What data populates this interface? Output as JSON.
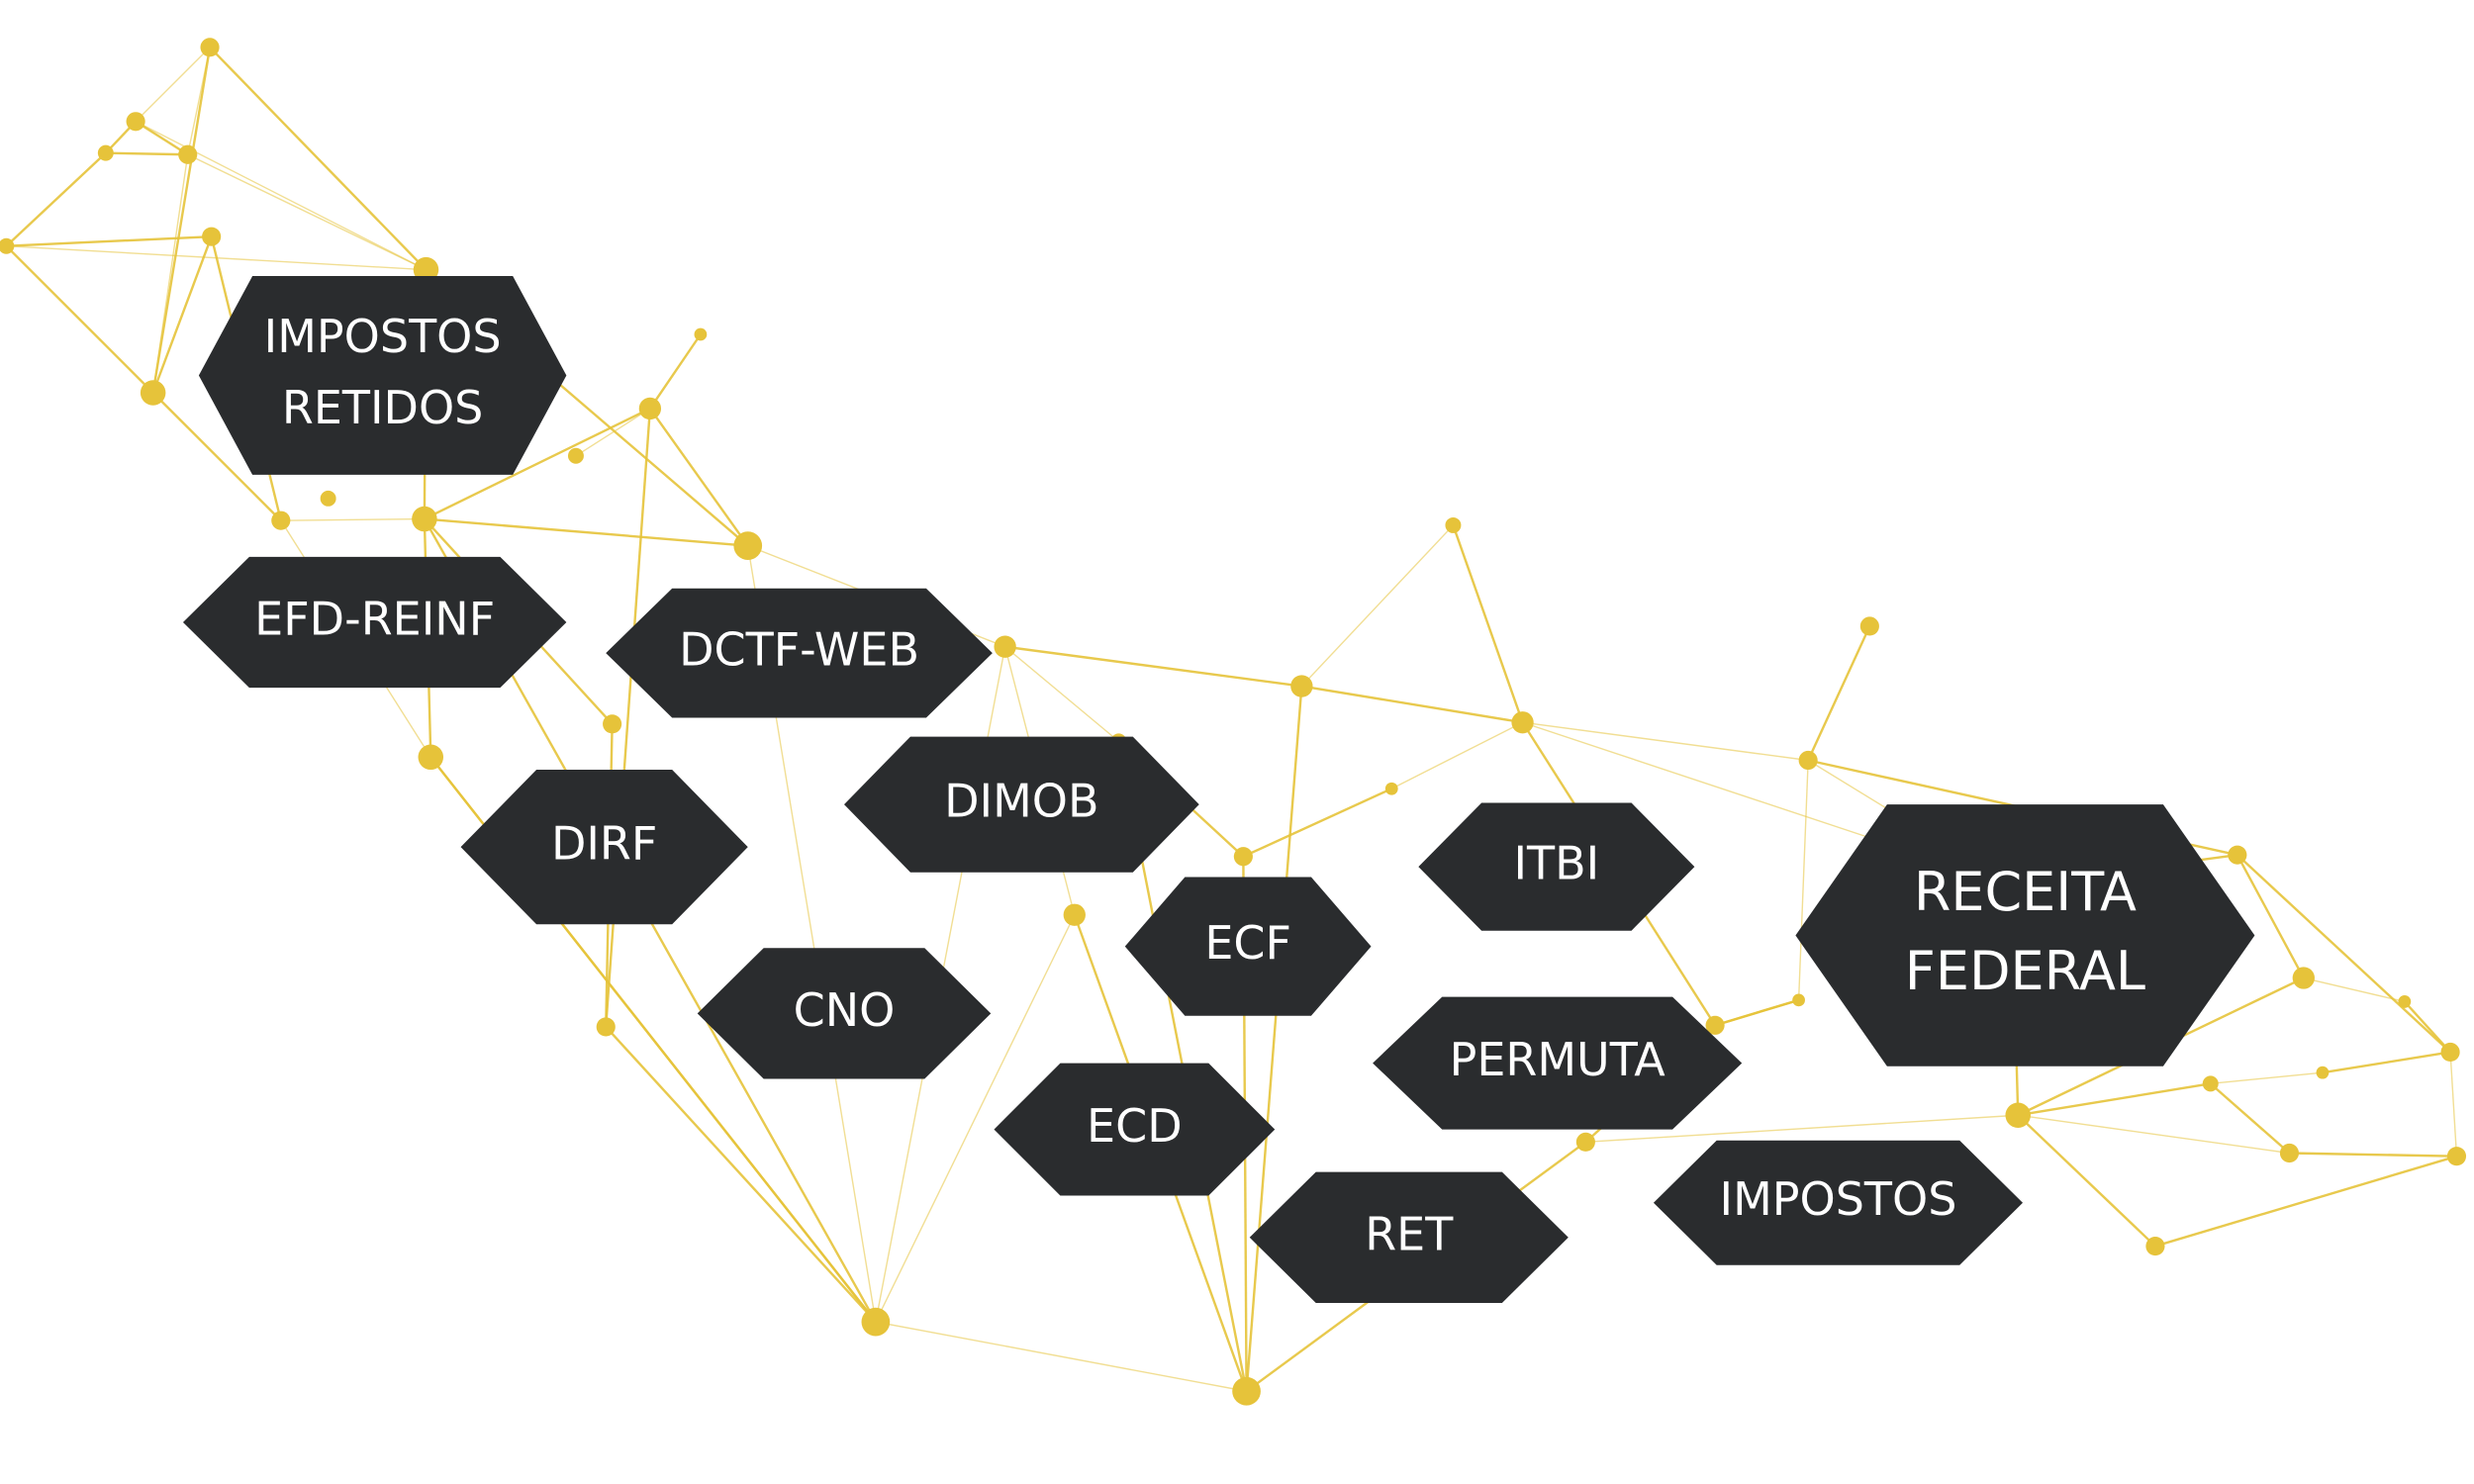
{
  "colors": {
    "background": "#ffffff",
    "hexagon_fill": "#2a2c2e",
    "hexagon_text": "#ffffff",
    "network": "#e6c33a"
  },
  "hexagons": [
    {
      "id": "impostos-retidos",
      "lines": [
        "IMPOSTOS",
        "RETIDOS"
      ]
    },
    {
      "id": "efd-reinf",
      "lines": [
        "EFD-REINF"
      ]
    },
    {
      "id": "dctf-web",
      "lines": [
        "DCTF-WEB"
      ]
    },
    {
      "id": "dirf",
      "lines": [
        "DIRF"
      ]
    },
    {
      "id": "dimob",
      "lines": [
        "DIMOB"
      ]
    },
    {
      "id": "cno",
      "lines": [
        "CNO"
      ]
    },
    {
      "id": "ecf",
      "lines": [
        "ECF"
      ]
    },
    {
      "id": "itbi",
      "lines": [
        "ITBI"
      ]
    },
    {
      "id": "receita-federal",
      "lines": [
        "RECEITA",
        "FEDERAL"
      ]
    },
    {
      "id": "permuta",
      "lines": [
        "PERMUTA"
      ]
    },
    {
      "id": "ecd",
      "lines": [
        "ECD"
      ]
    },
    {
      "id": "impostos",
      "lines": [
        "IMPOSTOS"
      ]
    },
    {
      "id": "ret",
      "lines": [
        "RET"
      ]
    }
  ]
}
